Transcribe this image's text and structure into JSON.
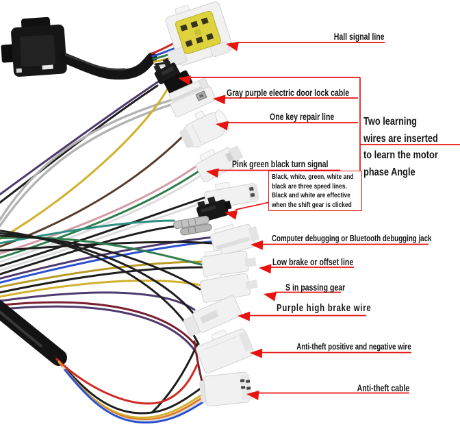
{
  "colors": {
    "annotation_red": "#e8130f",
    "label_text": "#151515",
    "connector_yellow": "#ded33c",
    "wire_black": "#1d1d1d",
    "wire_gray": "#b3b3b3",
    "wire_purple": "#4d3a6e",
    "wire_yellow": "#d3b02c",
    "wire_dark_yellow": "#b89a25",
    "wire_orange": "#e0761f",
    "wire_white": "#dcdcdc",
    "wire_blue": "#2a4fd0",
    "wire_red": "#cf2a21",
    "wire_maroon": "#7a2030",
    "wire_green": "#2f7d4e",
    "wire_teal": "#2e8f80",
    "wire_pink": "#d49ba4",
    "wire_brown": "#5a3c2c"
  },
  "labels": {
    "hall_signal": "Hall signal line",
    "door_lock": "Gray purple electric door lock cable",
    "one_key_repair": "One key repair line",
    "turn_signal": "Pink green black turn signal",
    "debug_jack": "Computer debugging or Bluetooth debugging jack",
    "low_brake": "Low brake or offset line",
    "passing_gear": "S in passing gear",
    "high_brake": "Purple high brake wire",
    "anti_theft_pn": "Anti-theft positive and negative wire",
    "anti_theft_cable": "Anti-theft cable"
  },
  "notes": {
    "learning": {
      "lines": [
        "Two learning",
        "wires are inserted",
        "to learn the motor",
        "phase Angle"
      ]
    },
    "speed": {
      "lines": [
        "Black, white, green, white and",
        "black are three speed lines.",
        "Black and white are effective",
        "when the shift gear is clicked"
      ]
    }
  }
}
